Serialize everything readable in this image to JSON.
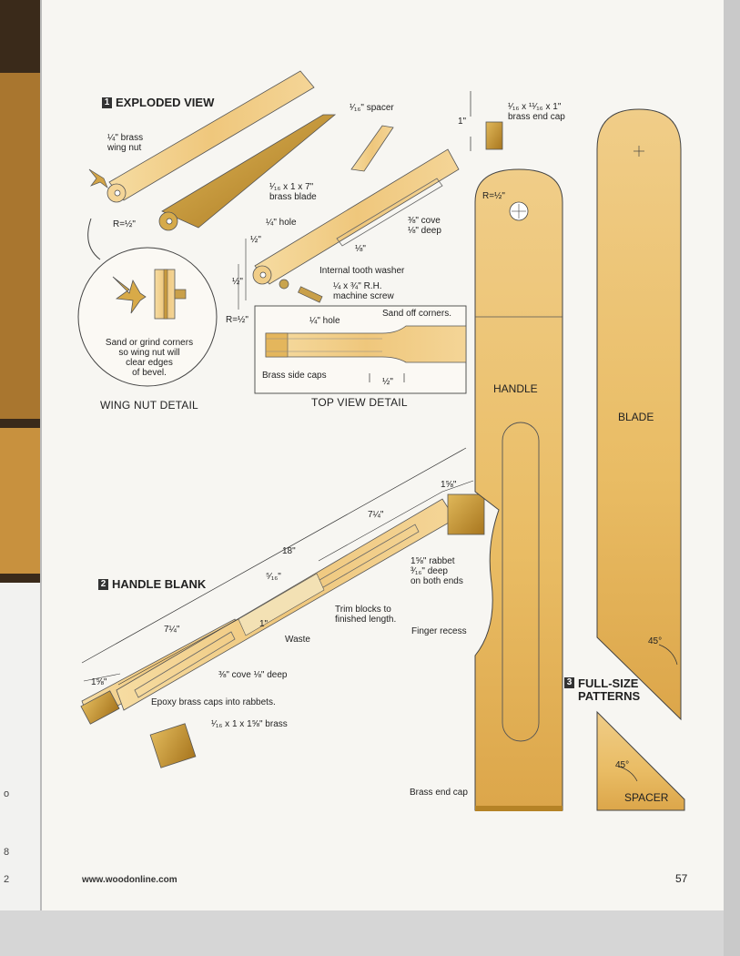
{
  "sections": {
    "exploded": {
      "num": "1",
      "title": "EXPLODED VIEW"
    },
    "handle_blank": {
      "num": "2",
      "title": "HANDLE BLANK"
    },
    "full_size": {
      "num": "3",
      "title": "FULL-SIZE\nPATTERNS"
    }
  },
  "captions": {
    "wing_nut_detail": "WING NUT DETAIL",
    "top_view_detail": "TOP VIEW DETAIL"
  },
  "exploded_labels": {
    "brass_wing_nut": "¼\" brass\nwing nut",
    "spacer": "¹⁄₁₆\" spacer",
    "end_cap": "¹⁄₁₆ x ¹¹⁄₁₆ x 1\"\nbrass end cap",
    "one_inch": "1\"",
    "blade": "¹⁄₁₆ x 1 x 7\"\nbrass blade",
    "r_half_1": "R=½\"",
    "hole": "¼\" hole",
    "cove": "⅜\" cove\n⅛\" deep",
    "eighth": "⅛\"",
    "half_1": "½\"",
    "half_2": "½\"",
    "washer": "Internal tooth washer",
    "screw": "¼ x ¾\" R.H.\nmachine screw",
    "r_half_2": "R=½\"",
    "wing_note": "Sand or grind corners\nso wing nut will\nclear edges\nof bevel."
  },
  "top_view_labels": {
    "hole": "¼\" hole",
    "sand": "Sand off corners.",
    "side_caps": "Brass side caps",
    "half": "½\""
  },
  "handle_blank_labels": {
    "eighteen": "18\"",
    "seven_q_1": "7¼\"",
    "seven_q_2": "7¼\"",
    "one_5_8_1": "1⅝\"",
    "one_5_8_2": "1⅝\"",
    "five_16": "⁵⁄₁₆\"",
    "one_inch": "1\"",
    "waste": "Waste",
    "trim": "Trim blocks to\nfinished length.",
    "rabbet": "1⅝\" rabbet\n³⁄₁₆\" deep\non both ends",
    "cove": "⅜\" cove ⅛\" deep",
    "epoxy": "Epoxy brass caps into rabbets.",
    "brass": "¹⁄₁₆ x 1 x 1⅝\" brass"
  },
  "pattern_labels": {
    "handle": "HANDLE",
    "blade": "BLADE",
    "spacer": "SPACER",
    "r_half": "R=½\"",
    "finger_recess": "Finger recess",
    "brass_end_cap": "Brass end cap",
    "deg45_blade": "45°",
    "deg45_spacer": "45°"
  },
  "footer": {
    "url": "www.woodonline.com",
    "page": "57"
  },
  "margin_marks": [
    "o",
    "8",
    "2"
  ],
  "colors": {
    "wood_light": "#f4d79a",
    "wood_mid": "#ebbe6c",
    "wood_dark": "#d9a24a",
    "brass": "#b98a2a",
    "paper": "#f7f6f2",
    "ink": "#222222"
  }
}
